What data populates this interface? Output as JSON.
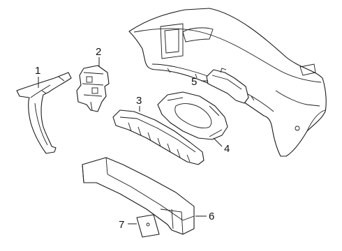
{
  "diagram": {
    "callouts": [
      {
        "id": "callout-1",
        "text": "1"
      },
      {
        "id": "callout-2",
        "text": "2"
      },
      {
        "id": "callout-3",
        "text": "3"
      },
      {
        "id": "callout-4",
        "text": "4"
      },
      {
        "id": "callout-5",
        "text": "5"
      },
      {
        "id": "callout-6",
        "text": "6"
      },
      {
        "id": "callout-7",
        "text": "7"
      }
    ],
    "line_color": "#1a1a1a",
    "background": "#ffffff"
  }
}
